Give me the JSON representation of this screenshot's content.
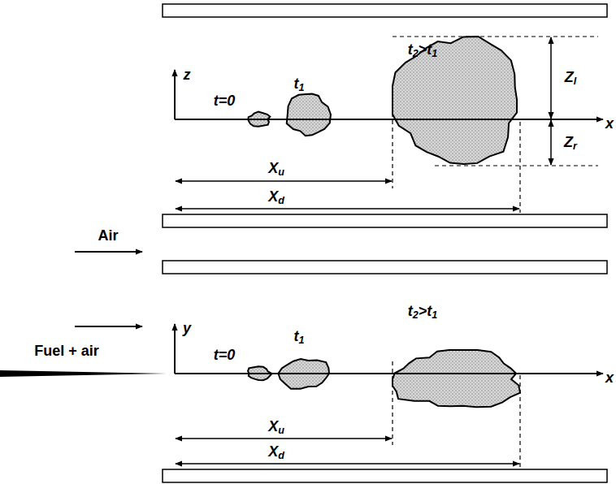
{
  "diagram": {
    "labels": [
      "z",
      "t=0",
      "t1",
      "t2>t1",
      "x",
      "Zl",
      "Zr",
      "Xu",
      "Xd",
      "Air",
      "Fuel + air",
      "y",
      "t=0",
      "t1",
      "t2>t1",
      "x",
      "Xu",
      "Xd"
    ]
  }
}
